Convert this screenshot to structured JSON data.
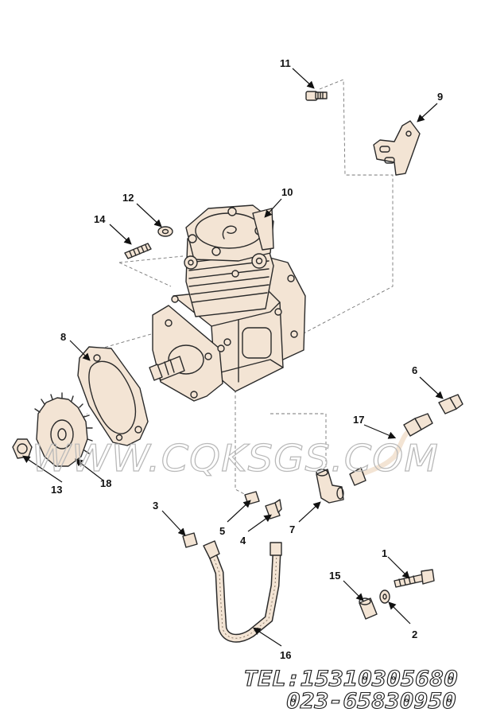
{
  "parts": {
    "p1": "1",
    "p2": "2",
    "p3": "3",
    "p4": "4",
    "p5": "5",
    "p6": "6",
    "p7": "7",
    "p8": "8",
    "p9": "9",
    "p10": "10",
    "p11": "11",
    "p12": "12",
    "p13": "13",
    "p14": "14",
    "p15": "15",
    "p16": "16",
    "p17": "17",
    "p18": "18"
  },
  "watermark": "WWW.CQKSGS.COM",
  "contact": {
    "tel": "TEL:15310305680",
    "phone": "023-65830950"
  }
}
